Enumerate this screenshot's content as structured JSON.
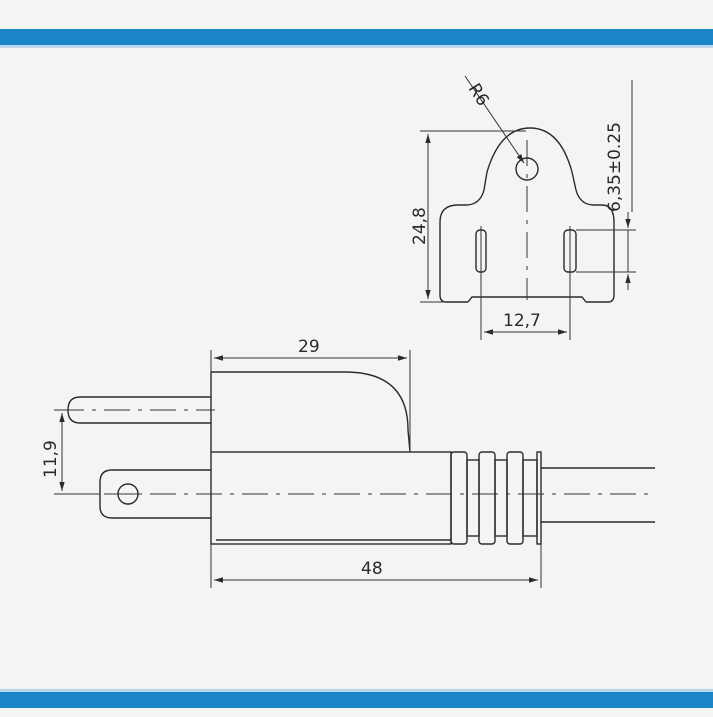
{
  "colors": {
    "band": "#1a86c8",
    "band_light": "#b9d6ea",
    "paper": "#f4f4f2",
    "ink": "#2b2b2b"
  },
  "dimensions": {
    "radius": "R6",
    "height": "24,8",
    "pin_spacing": "12,7",
    "hole_dia": "6,35±0.25",
    "body_length": "29",
    "offset": "11,9",
    "total_length": "48"
  }
}
